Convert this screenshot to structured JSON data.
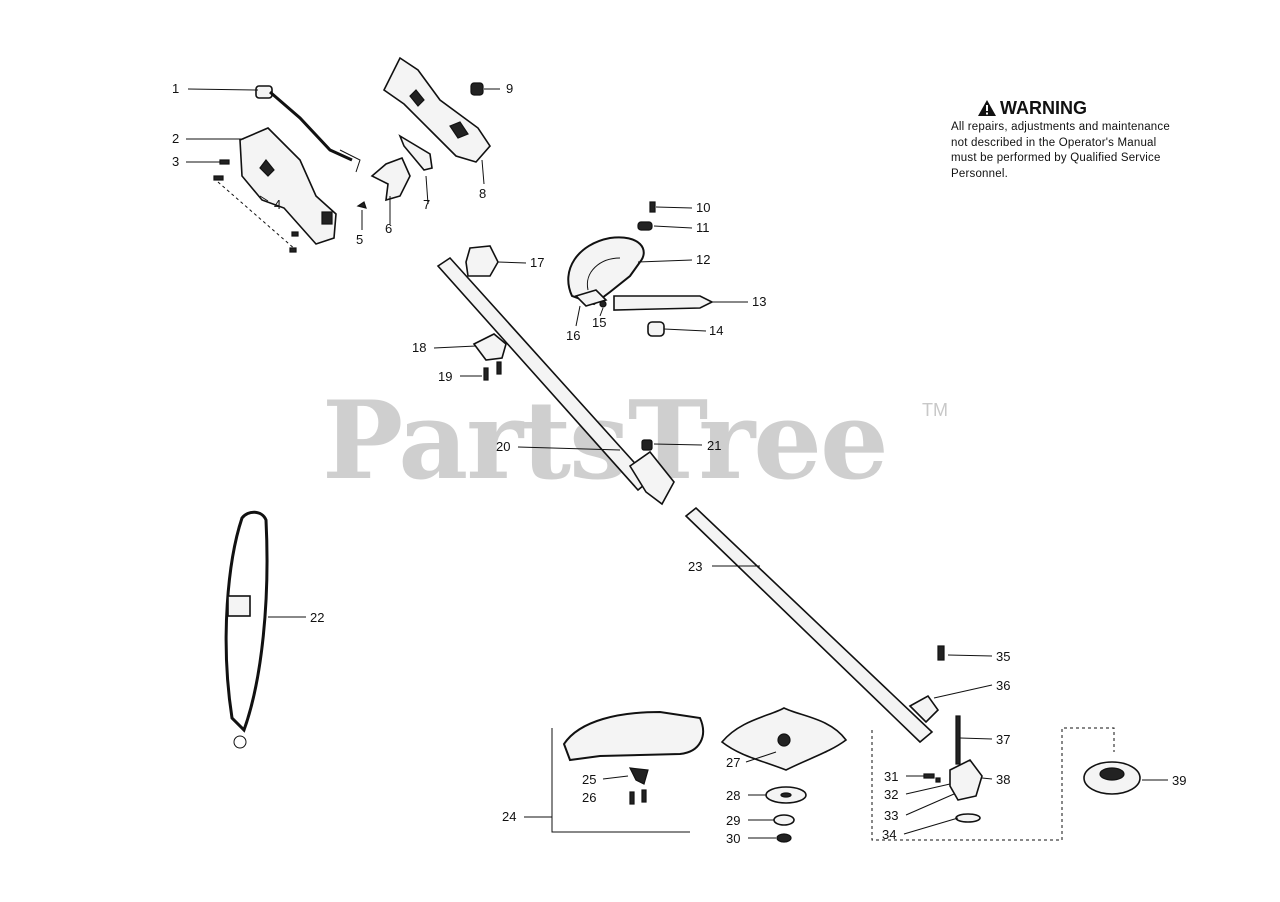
{
  "warning": {
    "title": "WARNING",
    "body": "All repairs, adjustments and maintenance not described in the Operator's Manual must be performed by Qualified Service Personnel."
  },
  "watermark": {
    "brand": "PartsTree",
    "tm": "TM"
  },
  "callouts": [
    "1",
    "2",
    "3",
    "4",
    "5",
    "6",
    "7",
    "8",
    "9",
    "10",
    "11",
    "12",
    "13",
    "14",
    "15",
    "16",
    "17",
    "18",
    "19",
    "20",
    "21",
    "22",
    "23",
    "24",
    "25",
    "26",
    "27",
    "28",
    "29",
    "30",
    "31",
    "32",
    "33",
    "34",
    "35",
    "36",
    "37",
    "38",
    "39"
  ]
}
